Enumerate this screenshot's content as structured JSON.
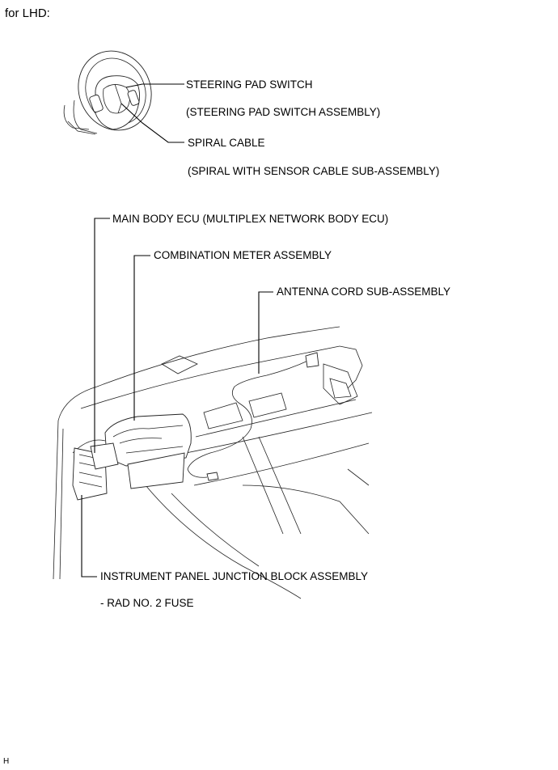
{
  "header": "for LHD:",
  "footer_code": "H",
  "labels": {
    "steering_pad_switch": "STEERING PAD SWITCH",
    "steering_pad_switch_assy": "(STEERING PAD SWITCH ASSEMBLY)",
    "spiral_cable": "SPIRAL CABLE",
    "spiral_cable_assy": "(SPIRAL WITH SENSOR CABLE SUB-ASSEMBLY)",
    "main_body_ecu": "MAIN BODY ECU (MULTIPLEX NETWORK BODY ECU)",
    "combination_meter": "COMBINATION METER ASSEMBLY",
    "antenna_cord": "ANTENNA CORD SUB-ASSEMBLY",
    "junction_block": "INSTRUMENT PANEL JUNCTION BLOCK ASSEMBLY",
    "rad_fuse": "- RAD NO. 2 FUSE"
  }
}
